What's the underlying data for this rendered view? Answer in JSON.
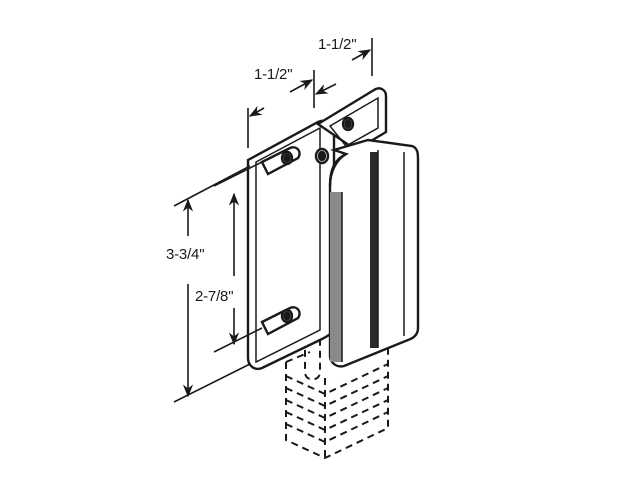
{
  "diagram": {
    "subject": "Sliding door handle / pull with mounting plate and lock block",
    "dimensions": {
      "top_right_width": "1-1/2\"",
      "top_left_width": "1-1/2\"",
      "overall_height": "3-3/4\"",
      "hole_spacing": "2-7/8\""
    },
    "colors": {
      "background": "#ffffff",
      "line": "#1a1a1a",
      "dark_fill": "#2a2a2a",
      "shade": "#8a8a8a"
    }
  }
}
